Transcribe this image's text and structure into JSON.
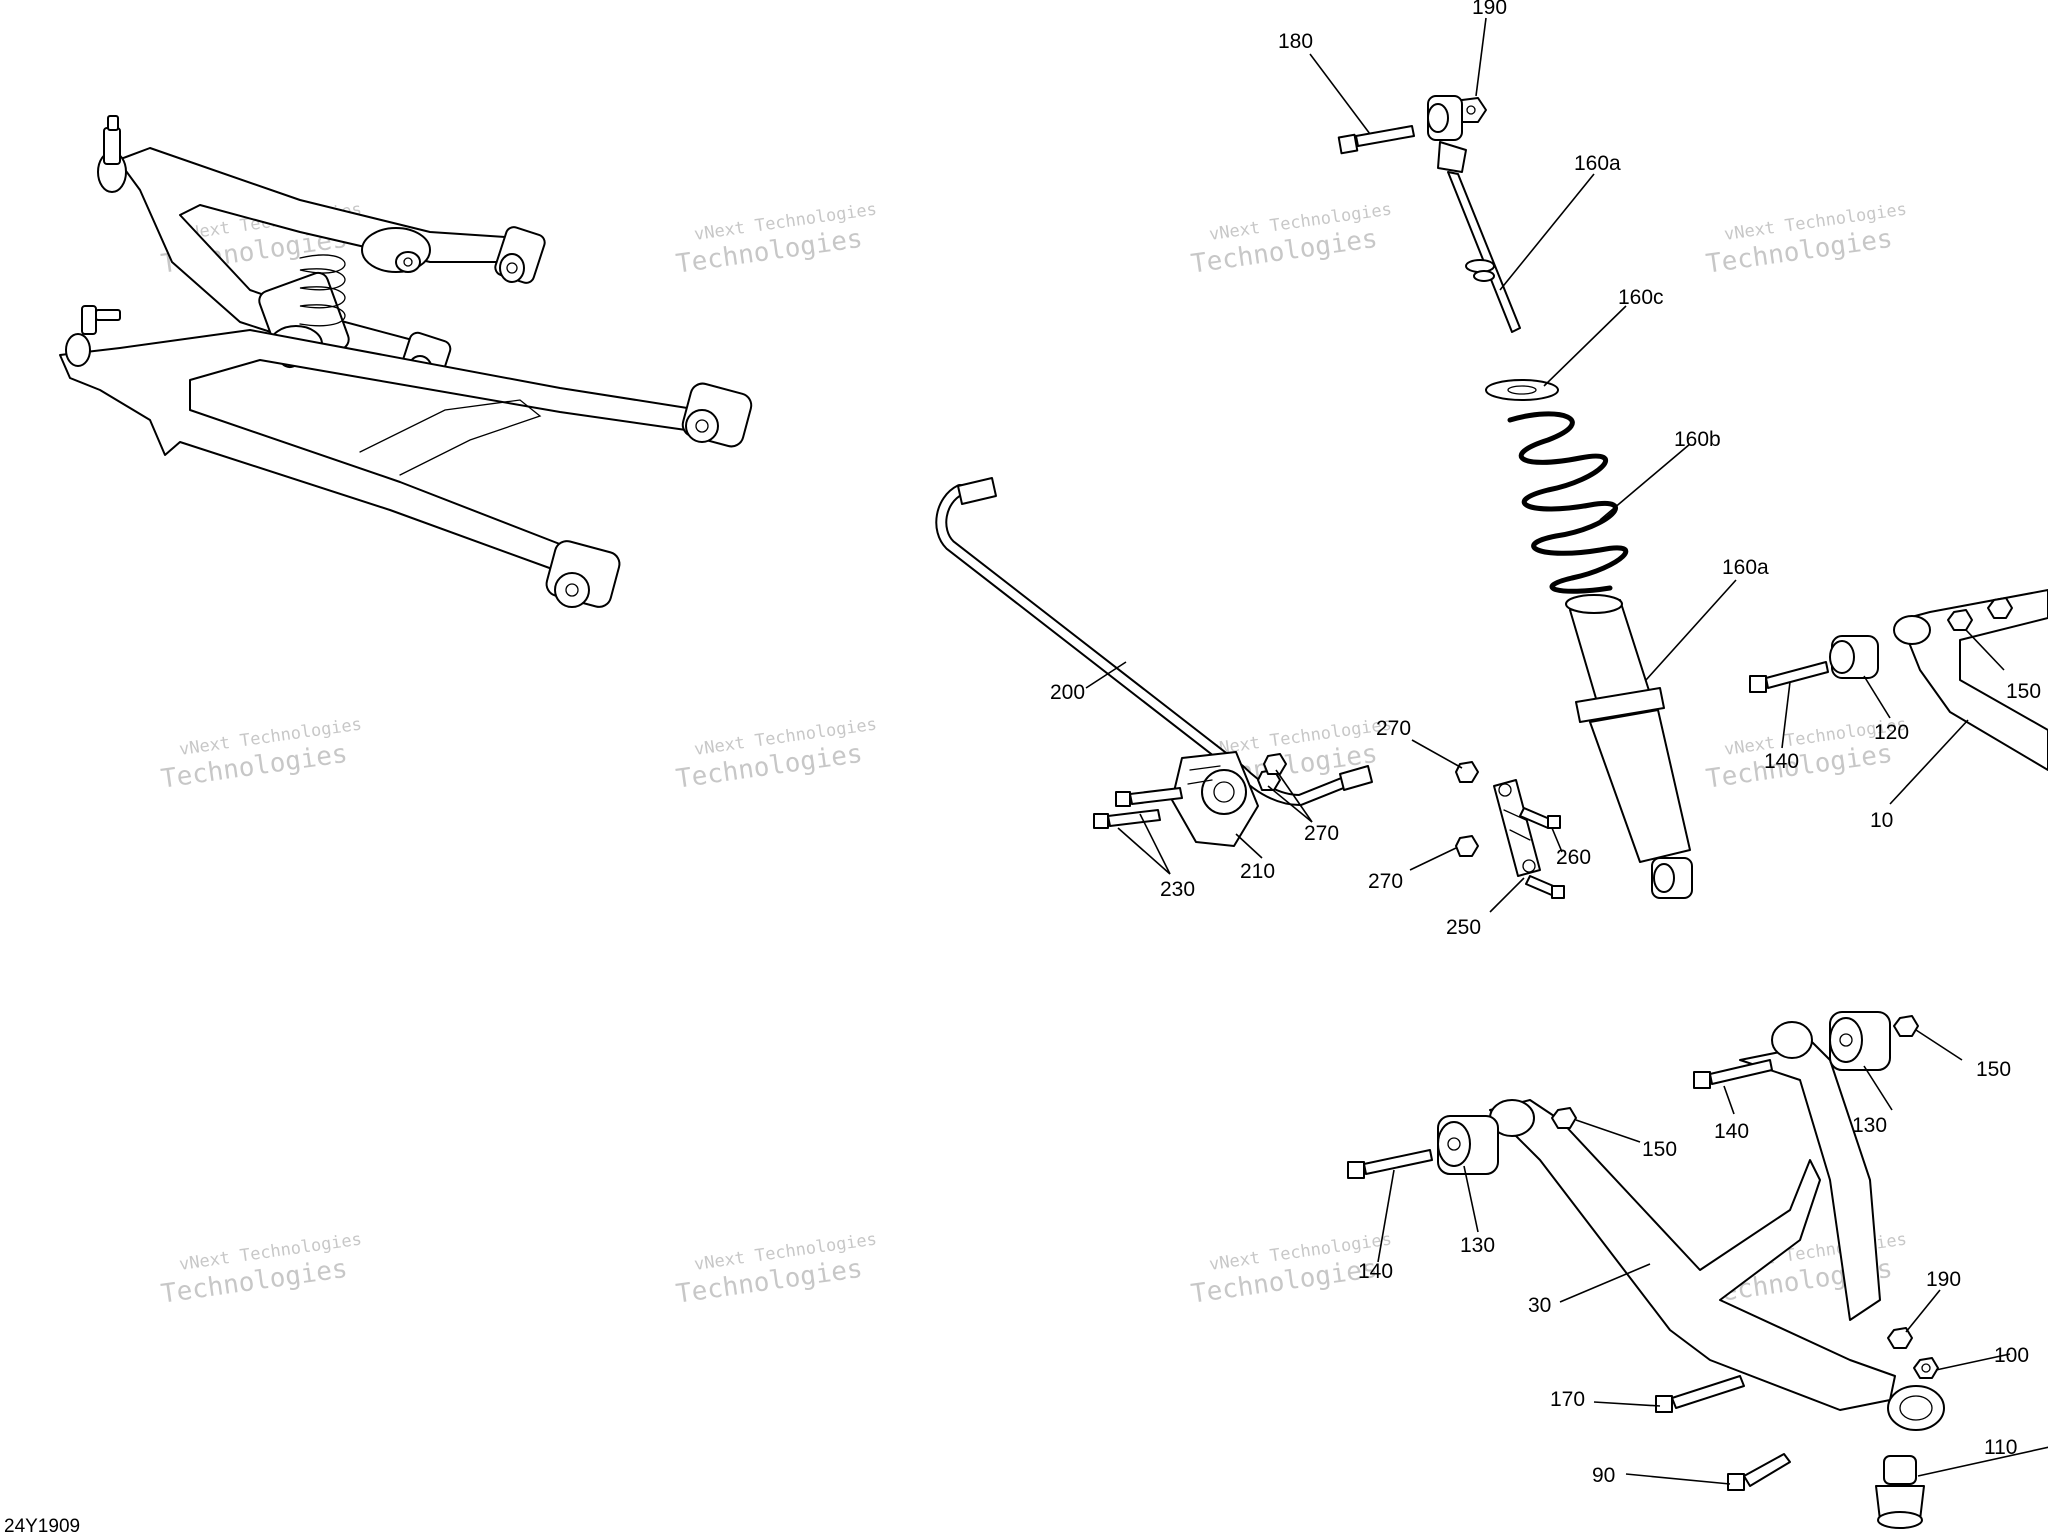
{
  "diagram": {
    "reference_code": "24Y1909",
    "watermark": {
      "line1": "vNext Technologies",
      "line2": "Technologies"
    },
    "callouts": [
      {
        "id": "c190-top",
        "text": "190"
      },
      {
        "id": "c180",
        "text": "180"
      },
      {
        "id": "c160a-top",
        "text": "160a"
      },
      {
        "id": "c160c",
        "text": "160c"
      },
      {
        "id": "c160b",
        "text": "160b"
      },
      {
        "id": "c160a-bottom",
        "text": "160a"
      },
      {
        "id": "c200",
        "text": "200"
      },
      {
        "id": "c270-a",
        "text": "270"
      },
      {
        "id": "c270-b",
        "text": "270"
      },
      {
        "id": "c270-c",
        "text": "270"
      },
      {
        "id": "c210",
        "text": "210"
      },
      {
        "id": "c230",
        "text": "230"
      },
      {
        "id": "c260",
        "text": "260"
      },
      {
        "id": "c250",
        "text": "250"
      },
      {
        "id": "c140-right",
        "text": "140"
      },
      {
        "id": "c120",
        "text": "120"
      },
      {
        "id": "c150-right",
        "text": "150"
      },
      {
        "id": "c10",
        "text": "10"
      },
      {
        "id": "c150-a",
        "text": "150"
      },
      {
        "id": "c140-a",
        "text": "140"
      },
      {
        "id": "c130-a",
        "text": "130"
      },
      {
        "id": "c150-b",
        "text": "150"
      },
      {
        "id": "c130-b",
        "text": "130"
      },
      {
        "id": "c140-b",
        "text": "140"
      },
      {
        "id": "c30",
        "text": "30"
      },
      {
        "id": "c190-bottom",
        "text": "190"
      },
      {
        "id": "c100",
        "text": "100"
      },
      {
        "id": "c170",
        "text": "170"
      },
      {
        "id": "c110",
        "text": "110"
      },
      {
        "id": "c90",
        "text": "90"
      }
    ]
  }
}
